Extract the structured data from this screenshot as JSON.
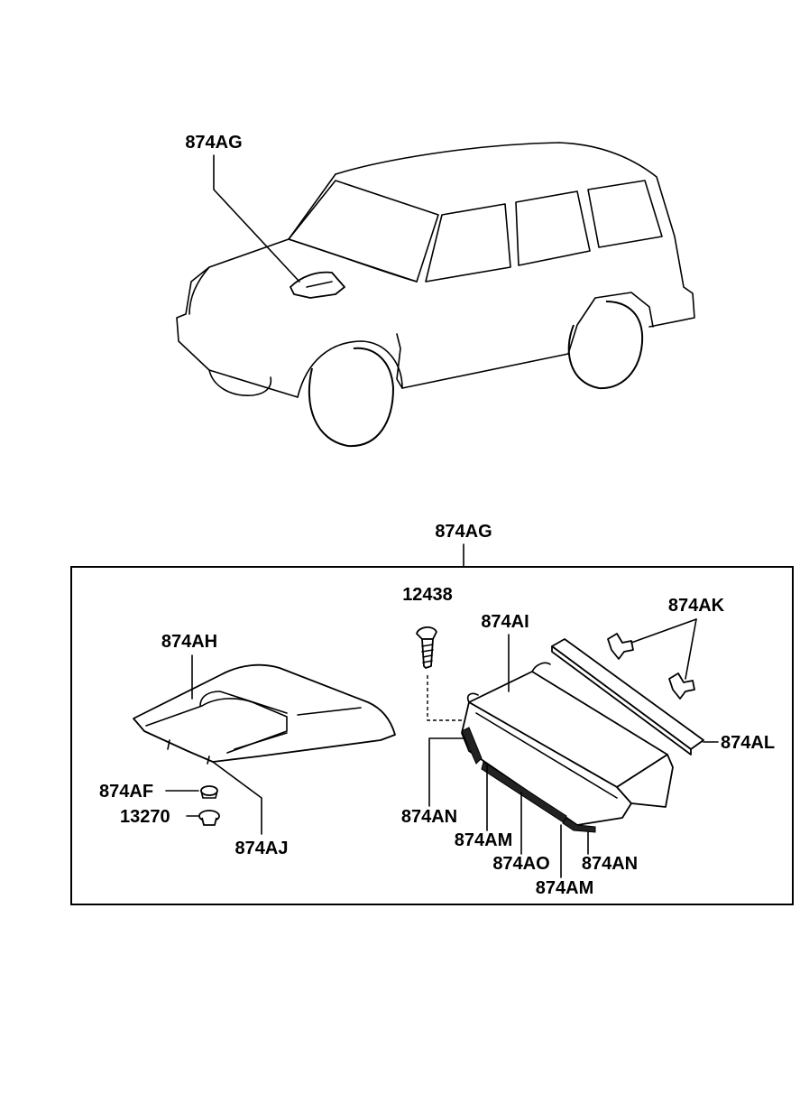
{
  "callouts": {
    "vehicle_part": "874AG",
    "assembly": "874AG",
    "screw": "12438",
    "hood_scoop": "874AH",
    "clip_upper": "874AF",
    "grommet": "13270",
    "insulator": "874AJ",
    "duct": "874AI",
    "retainer": "874AK",
    "strip": "874AL",
    "seal_left": "874AN",
    "seal_mid_left": "874AM",
    "seal_mid": "874AO",
    "seal_right": "874AN",
    "seal_bottom": "874AM"
  }
}
